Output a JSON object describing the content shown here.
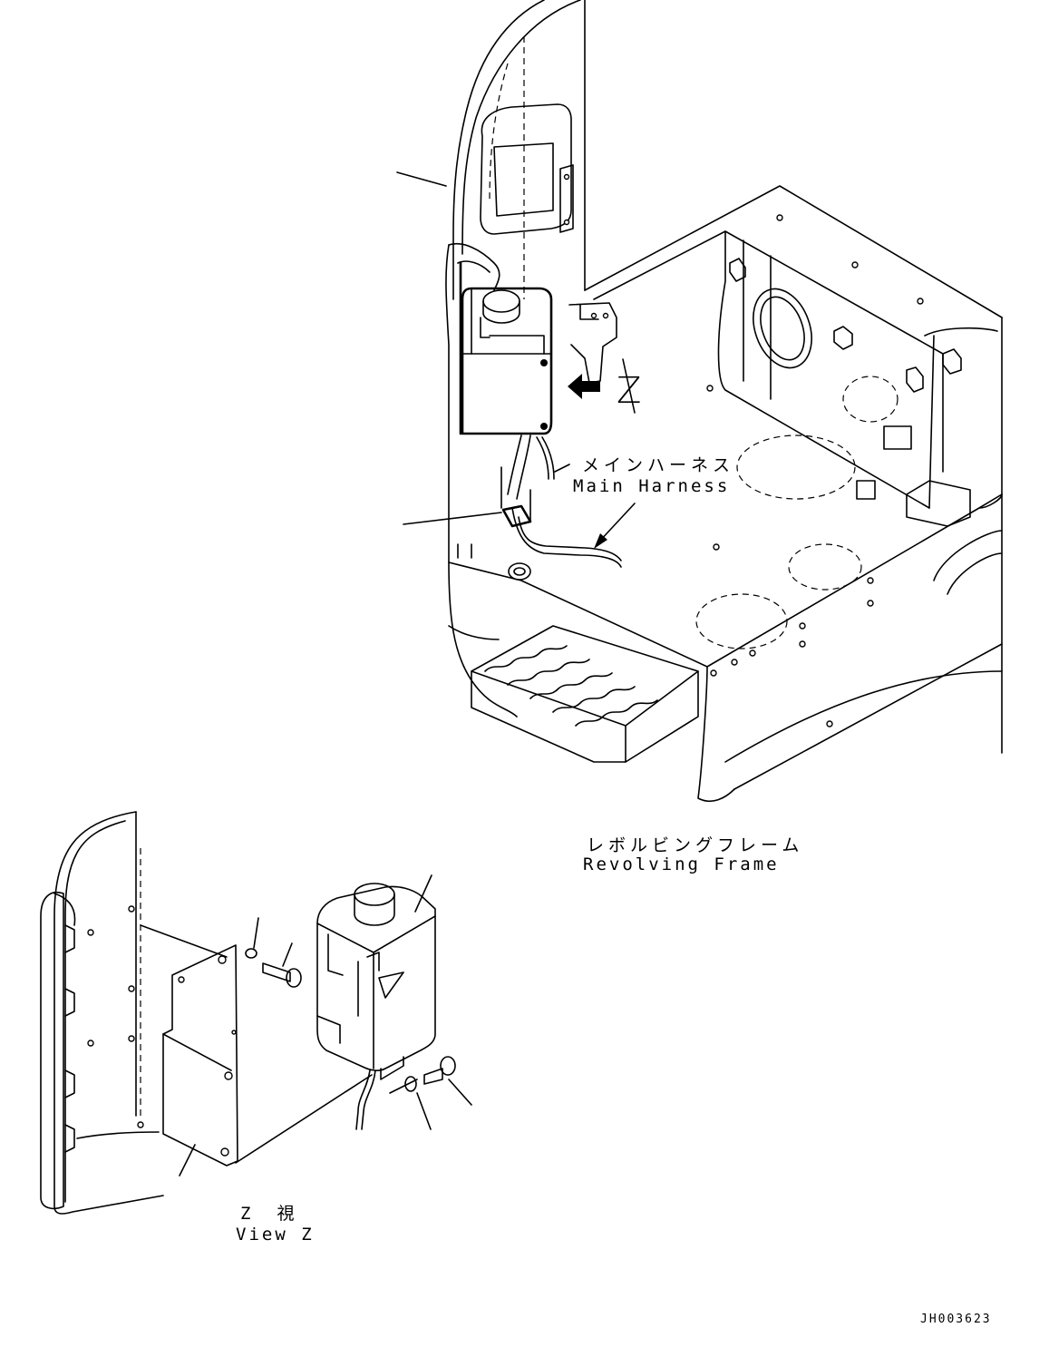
{
  "labels": {
    "z_marker": "Z",
    "main_harness_jp": "メインハーネス",
    "main_harness_en": "Main Harness",
    "revolving_frame_jp": "レボルビングフレーム",
    "revolving_frame_en": "Revolving Frame",
    "view_z_jp": "Z　視",
    "view_z_en": "View Z",
    "drawing_code": "JH003623"
  }
}
